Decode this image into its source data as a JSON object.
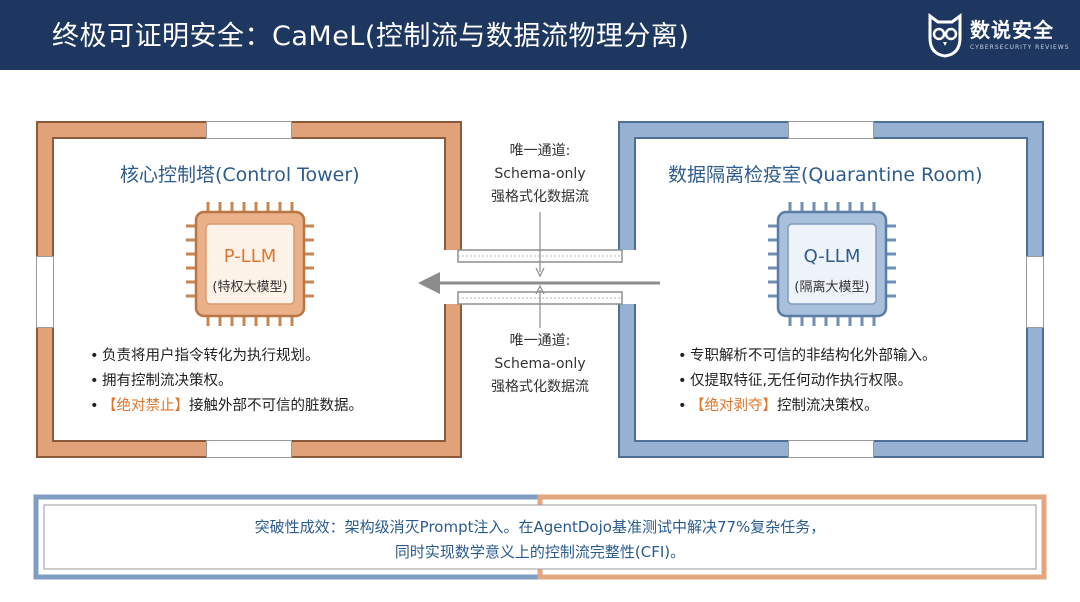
{
  "header": {
    "title": "终极可证明安全：CaMeL(控制流与数据流物理分离)",
    "brand_name": "数说安全",
    "brand_sub": "CYBERSECURITY REVIEWS",
    "logo_icon": "owl-icon"
  },
  "colors": {
    "header_bg": "#1d3760",
    "left_room": "#e1a179",
    "right_room": "#96b1d2",
    "accent_orange": "#e0762b",
    "title_blue": "#2f5c8c"
  },
  "left_room": {
    "title": "核心控制塔(Control Tower)",
    "chip_name": "P-LLM",
    "chip_sub": "(特权大模型)",
    "bullets": [
      {
        "text": "负责将用户指令转化为执行规划。"
      },
      {
        "text": "拥有控制流决策权。"
      },
      {
        "tag": "【绝对禁止】",
        "text": "接触外部不可信的脏数据。"
      }
    ]
  },
  "right_room": {
    "title": "数据隔离检疫室(Quarantine Room)",
    "chip_name": "Q-LLM",
    "chip_sub": "(隔离大模型)",
    "bullets": [
      {
        "text": "专职解析不可信的非结构化外部输入。"
      },
      {
        "text": "仅提取特征,无任何动作执行权限。"
      },
      {
        "tag": "【绝对剥夺】",
        "text": "控制流决策权。"
      }
    ]
  },
  "channel": {
    "top": [
      "唯一通道:",
      "Schema-only",
      "强格式化数据流"
    ],
    "bottom": [
      "唯一通道:",
      "Schema-only",
      "强格式化数据流"
    ]
  },
  "footer": {
    "line1": "突破性成效：架构级消灭Prompt注入。在AgentDojo基准测试中解决77%复杂任务，",
    "line2": "同时实现数学意义上的控制流完整性(CFI)。"
  }
}
